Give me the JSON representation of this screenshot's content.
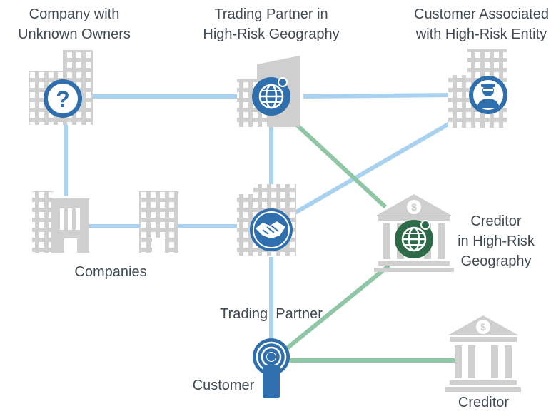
{
  "colors": {
    "building": "#cfcfcf",
    "building_window": "#ffffff",
    "blue_link": "#a9d2f0",
    "green_link": "#8fc7a6",
    "blue_badge": "#2f6fad",
    "green_badge": "#2d6a47",
    "text": "#404a55"
  },
  "nodes": {
    "unknown_owner": {
      "label_line1": "Company with",
      "label_line2": "Unknown Owners",
      "icon": "question-mark-icon"
    },
    "trading_partner_risk": {
      "label_line1": "Trading Partner in",
      "label_line2": "High-Risk Geography",
      "icon": "globe-pin-icon"
    },
    "customer_assoc": {
      "label_line1": "Customer Associated",
      "label_line2": "with High-Risk Entity",
      "icon": "hooded-figure-icon"
    },
    "companies": {
      "label": "Companies",
      "icon": "office-building-icon"
    },
    "trading_partner": {
      "label": "Trading  Partner",
      "icon": "handshake-icon"
    },
    "creditor_risk": {
      "label_line1": "Creditor",
      "label_line2": "in High-Risk",
      "label_line3": "Geography",
      "icon": "bank-globe-icon"
    },
    "customer": {
      "label": "Customer",
      "icon": "person-signal-icon"
    },
    "creditor": {
      "label": "Creditor",
      "icon": "bank-icon"
    },
    "bank_symbol": "$"
  }
}
